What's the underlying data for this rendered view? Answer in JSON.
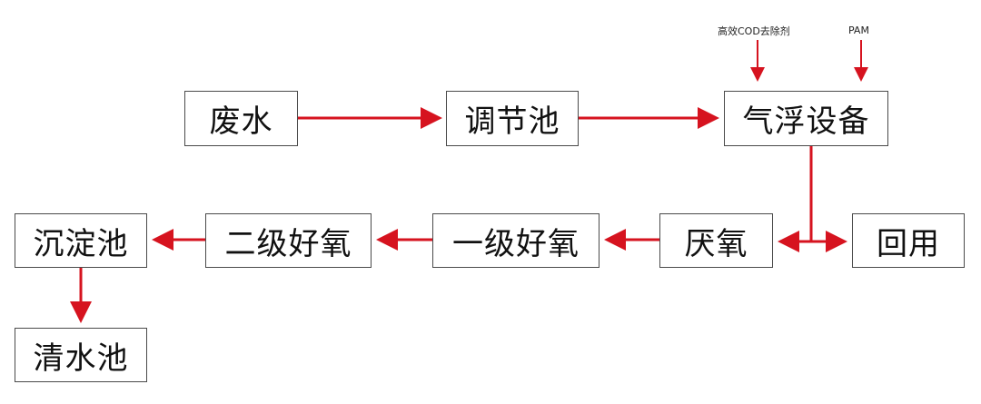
{
  "colors": {
    "arrow": "#d6131f",
    "border": "#4a4a4a",
    "text": "#111111"
  },
  "nodes": {
    "wastewater": "废水",
    "equalization_tank": "调节池",
    "air_flotation": "气浮设备",
    "reuse": "回用",
    "anaerobic": "厌氧",
    "primary_aerobic": "一级好氧",
    "secondary_aerobic": "二级好氧",
    "sedimentation_tank": "沉淀池",
    "clear_water_tank": "清水池"
  },
  "reagents": {
    "cod_remover": "高效COD去除剂",
    "pam": "PAM"
  }
}
